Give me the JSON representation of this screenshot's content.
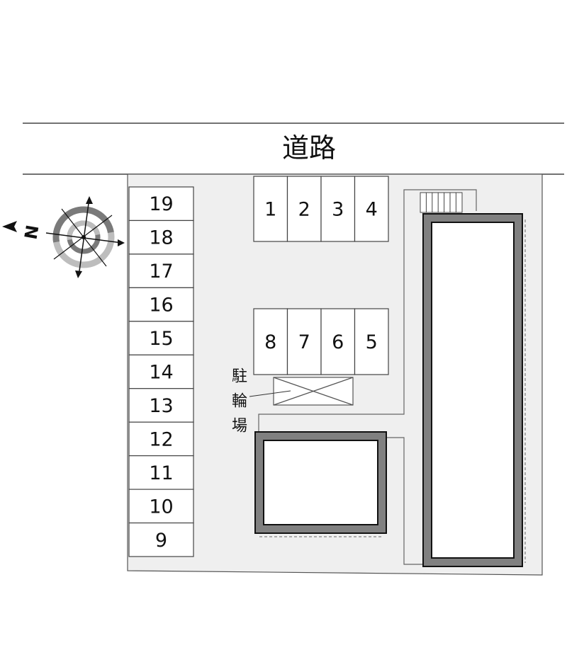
{
  "road": {
    "label": "道路"
  },
  "compass": {
    "north_label": "N"
  },
  "parking_left": [
    "19",
    "18",
    "17",
    "16",
    "15",
    "14",
    "13",
    "12",
    "11",
    "10",
    "9"
  ],
  "parking_top": [
    "1",
    "2",
    "3",
    "4"
  ],
  "parking_middle": [
    "8",
    "7",
    "6",
    "5"
  ],
  "bike_parking": {
    "label_chars": [
      "駐",
      "輪",
      "場"
    ]
  },
  "colors": {
    "lot": "#efefef",
    "wall": "#808080",
    "ring_dark": "#7a7a7a",
    "ring_light": "#bdbdbd"
  }
}
